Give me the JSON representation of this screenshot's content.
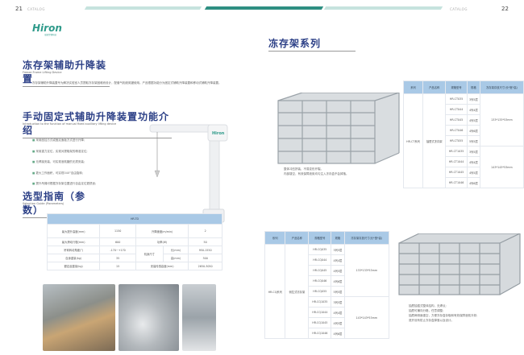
{
  "header": {
    "left_page": "21",
    "right_page": "22",
    "catalog": "CATALOG"
  },
  "logo": {
    "text": "Hiron",
    "tagline": "海润生物科技"
  },
  "section1": {
    "title": "冻存架辅助升降装置",
    "subtitle": "Freeze Frame Lifting Device",
    "body": "冻存架辅助升降装置专为解决实验室人员提取冻存架困难而设计，配套气相液氮罐使用。产品根据功能分为固定式辅助升降装置和移动式辅助升降装置。"
  },
  "section2": {
    "title": "手动固定式辅助升降装置功能介绍",
    "subtitle": "Introduction to the function of manual fixed auxiliary lifting device",
    "bullets": [
      "采用座挂方式或固定面板方式进行升降;",
      "采用重力定位，实现对提取架的精准定位;",
      "无焊接安装，可实现液氮罐的无损安装;",
      "更大工作面积，可实现340°自由旋转;",
      "提升吊绳可根据冻存架位置进行自由定位更舒适;"
    ]
  },
  "section3": {
    "title": "选型指南（参数）",
    "subtitle": "Selection Guide (Parameters)",
    "table": {
      "model": "HR-TD",
      "rows": [
        [
          "最大提升高度(mm)",
          "1150",
          "升降速度(m/min)",
          "2"
        ],
        [
          "最大滑动行程(mm)",
          "600",
          "功率(W)",
          "50"
        ],
        [
          "吊臂转动角度(°)",
          "-170~+170",
          "机身尺寸",
          "长(mm)",
          "950-1550"
        ],
        [
          "自身重量(kg)",
          "35",
          "高(mm)",
          "300"
        ],
        [
          "额定起重量(kg)",
          "15",
          "安装传感高度(mm)",
          "2650-3050"
        ]
      ]
    }
  },
  "right": {
    "title": "冻存架系列",
    "caption1": [
      "整体冲压拼装，不易变形开裂。",
      "内部镂空，有效保障液氮均匀注入冻存盒不会掉落。"
    ],
    "caption2": [
      "抽屉抽插式整体结构，无焊点;",
      "抽屉可横向分格，任意调整;",
      "抽屉两侧面镂空，方便冻存盒存取和有效保障液氮冷却;",
      "底开设有防止冻存盒掉落以及设计。"
    ],
    "headers": [
      "系列",
      "产品名称",
      "规格型号",
      "规格",
      "冻存架存放尺寸(长*宽*高)"
    ],
    "tableCT": {
      "series": "HR-CT系列",
      "name": "抽屉式冻存架",
      "models": [
        "HR-CT035",
        "HR-CT044",
        "HR-CT045",
        "HR-CT046",
        "HR-CT055",
        "HR-CT1035",
        "HR-CT1044",
        "HR-CT1045",
        "HR-CT1046"
      ],
      "specs": [
        "3列5层",
        "4列4层",
        "4列5层",
        "4列6层",
        "5列5层",
        "3列5层",
        "4列4层",
        "4列5层",
        "4列6层"
      ],
      "sizes": [
        "133*133*53mm",
        "143*143*53mm"
      ]
    },
    "tableCQ": {
      "series": "HR-CQ系列",
      "name": "侧拉式冻存架",
      "models": [
        "HR-CQ035",
        "HR-CQ044",
        "HR-CQ045",
        "HR-CQ046",
        "HR-CQ055",
        "HR-CQ1035",
        "HR-CQ1044",
        "HR-CQ1045",
        "HR-CQ1046"
      ],
      "specs": [
        "3列5层",
        "4列4层",
        "4列5层",
        "4列6层",
        "5列5层",
        "3列5层",
        "4列4层",
        "4列5层",
        "4列6层"
      ],
      "sizes": [
        "133*133*53mm",
        "143*143*53mm"
      ]
    }
  },
  "colors": {
    "teal": "#2e8f82",
    "light_teal": "#bfe0da",
    "blue": "#2b3f86",
    "table_head": "#a9c9e6"
  }
}
